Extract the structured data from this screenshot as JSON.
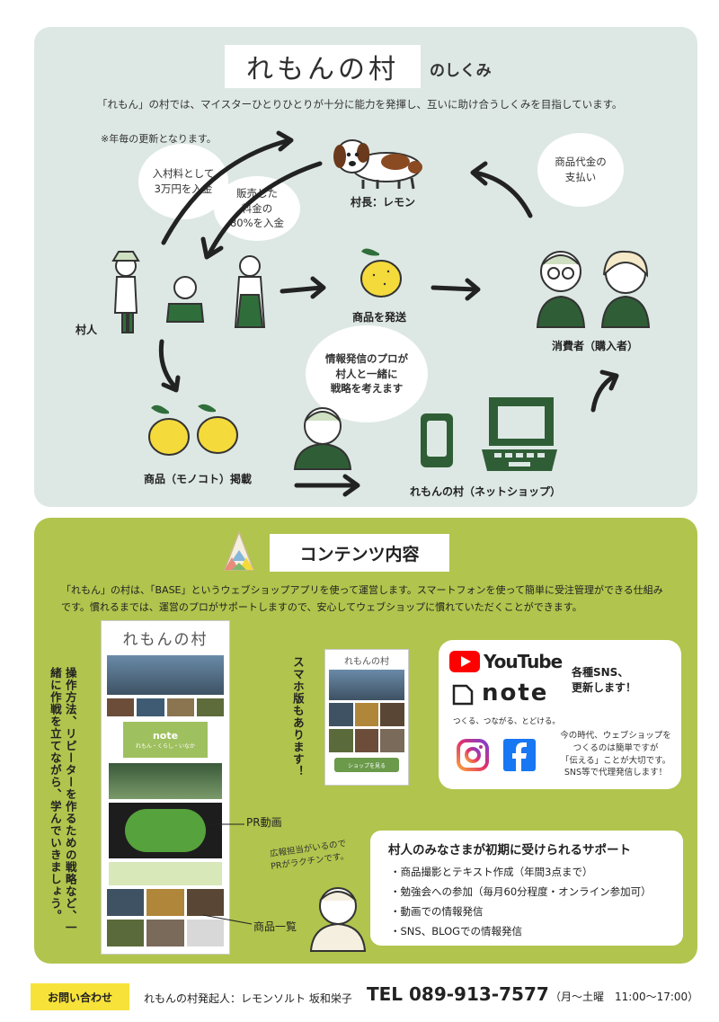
{
  "top": {
    "logo_text": "れもんの村",
    "logo_suffix": "のしくみ",
    "lead": "「れもん」の村では、マイスターひとりひとりが十分に能力を発揮し、互いに助け合うしくみを目指しています。",
    "note": "※年毎の更新となります。",
    "bubble_fee": [
      "入村料として",
      "3万円を入金"
    ],
    "bubble_sales": [
      "販売した",
      "料金の",
      "80%を入金"
    ],
    "bubble_payment": [
      "商品代金の",
      "支払い"
    ],
    "bubble_pro": [
      "情報発信のプロが",
      "村人と一緒に",
      "戦略を考えます"
    ],
    "label_chief": "村長：レモン",
    "label_villagers": "村人",
    "label_ship": "商品を発送",
    "label_consumer": "消費者（購入者）",
    "label_listing": "商品（モノコト）掲載",
    "label_shop": "れもんの村（ネットショップ）"
  },
  "content": {
    "title": "コンテンツ内容",
    "lead": "「れもん」の村は、「BASE」というウェブショップアプリを使って運営します。スマートフォンを使って簡単に受注管理ができる仕組みです。慣れるまでは、運営のプロがサポートしますので、安心してウェブショップに慣れていただくことができます。",
    "vertical_left": "操作方法、リピーターを作るための戦略など、一緒に作戦を立てながら、学んでいきましょう。",
    "vertical_sp": "スマホ版もあります！",
    "pc_logo": "れもんの村",
    "sp_logo": "れもんの村",
    "pc_note": "note",
    "pc_note_sub": "れもん・くらし・いなか",
    "sp_button": "ショップを見る",
    "label_pr": "PR動画",
    "label_items": "商品一覧",
    "pr_note": [
      "広報担当がいるので",
      "PRがラクチンです。"
    ],
    "social": {
      "youtube": "YouTube",
      "note": "note",
      "note_tagline": "つくる、つながる、とどける。",
      "sns_update": [
        "各種SNS、",
        "更新します！"
      ],
      "desc": [
        "今の時代、ウェブショップを",
        "つくるのは簡単ですが",
        "「伝える」ことが大切です。",
        "SNS等で代理発信します！"
      ]
    },
    "support": {
      "title": "村人のみなさまが初期に受けられるサポート",
      "items": [
        "・商品撮影とテキスト作成（年間3点まで）",
        "・勉強会への参加（毎月60分程度・オンライン参加可）",
        "・動画での情報発信",
        "・SNS、BLOGでの情報発信"
      ]
    }
  },
  "footer": {
    "contact": "お問い合わせ",
    "founder": "れもんの村発起人：レモンソルト 坂和栄子",
    "tel": "TEL 089-913-7577",
    "hours": "（月～土曜　11:00～17:00）"
  },
  "colors": {
    "top_bg": "#dde8e4",
    "bottom_bg": "#b1c44d",
    "lemon": "#f4da3b",
    "leaf": "#2f6e3a",
    "dark_green": "#2f5e36",
    "youtube_red": "#ff0000",
    "facebook_blue": "#1877f2",
    "badge_yellow": "#f7e23a"
  }
}
